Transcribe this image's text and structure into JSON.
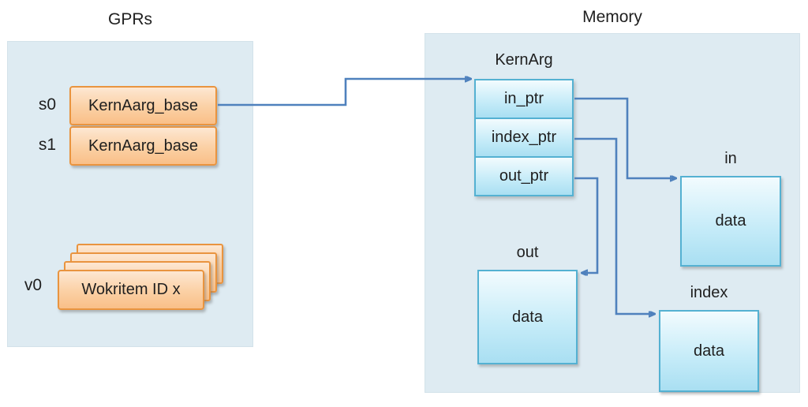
{
  "diagram": {
    "gprs": {
      "title": "GPRs",
      "registers": [
        {
          "name": "s0",
          "value": "KernAarg_base"
        },
        {
          "name": "s1",
          "value": "KernAarg_base"
        }
      ],
      "vector_register": {
        "name": "v0",
        "value": "Wokritem ID x"
      }
    },
    "memory": {
      "title": "Memory",
      "kernarg": {
        "label": "KernArg",
        "fields": [
          "in_ptr",
          "index_ptr",
          "out_ptr"
        ]
      },
      "buffers": [
        {
          "label": "in",
          "content": "data"
        },
        {
          "label": "out",
          "content": "data"
        },
        {
          "label": "index",
          "content": "data"
        }
      ]
    },
    "colors": {
      "panel_bg": "#DEEBF2",
      "orange_fill_top": "#FDE7D2",
      "orange_fill_bottom": "#F9BF88",
      "orange_border": "#E9943F",
      "cyan_fill_top": "#F2FBFE",
      "cyan_fill_bottom": "#A9DFF2",
      "cyan_border": "#54B1D2",
      "arrow": "#4F81BD",
      "text": "#262626"
    }
  }
}
